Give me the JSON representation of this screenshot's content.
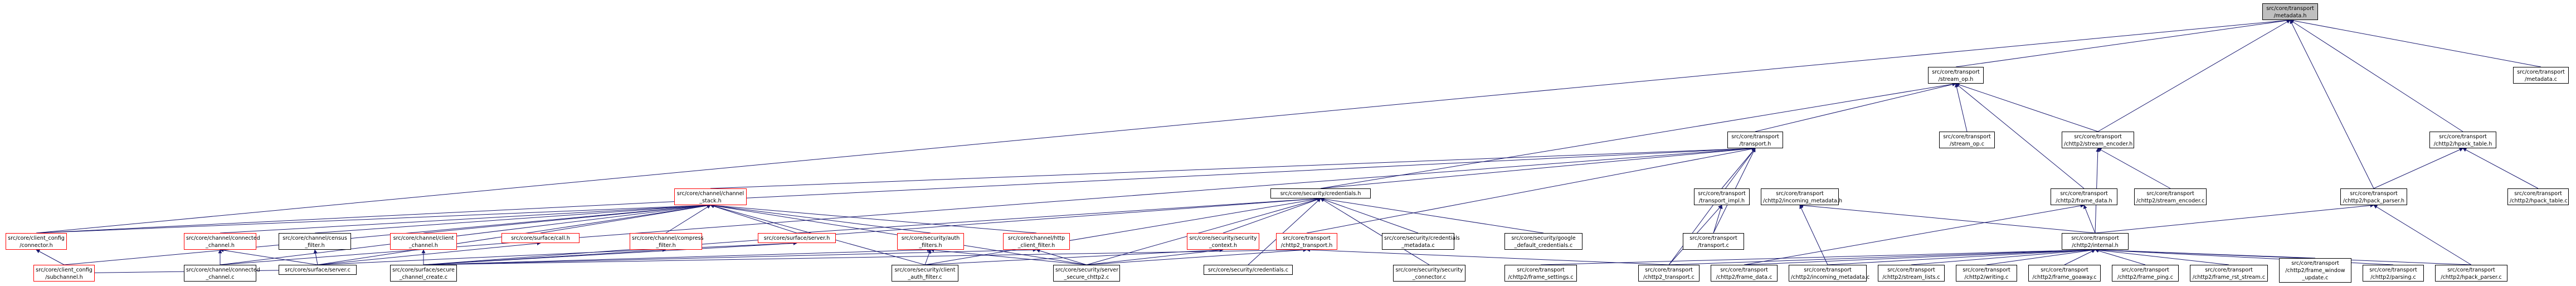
{
  "colors": {
    "edge": "#191970",
    "node_border": "#000000",
    "red_border": "#ff0000",
    "root_fill": "#bfbfbf",
    "background": "#ffffff"
  },
  "nodes": {
    "root": {
      "lines": [
        "src/core/transport",
        "/metadata.h"
      ],
      "root": true
    },
    "stream_op_h": {
      "lines": [
        "src/core/transport",
        "/stream_op.h"
      ]
    },
    "metadata_c": {
      "lines": [
        "src/core/transport",
        "/metadata.c"
      ]
    },
    "transport_h": {
      "lines": [
        "src/core/transport",
        "/transport.h"
      ]
    },
    "stream_op_c": {
      "lines": [
        "src/core/transport",
        "/stream_op.c"
      ]
    },
    "stream_enc_h": {
      "lines": [
        "src/core/transport",
        "/chttp2/stream_encoder.h"
      ]
    },
    "hpack_table_h": {
      "lines": [
        "src/core/transport",
        "/chttp2/hpack_table.h"
      ]
    },
    "channel_stack": {
      "lines": [
        "src/core/channel/channel",
        "_stack.h"
      ],
      "red": true
    },
    "credentials_h": {
      "lines": [
        "src/core/security/credentials.h"
      ]
    },
    "transport_impl": {
      "lines": [
        "src/core/transport",
        "/transport_impl.h"
      ]
    },
    "incoming_md_h": {
      "lines": [
        "src/core/transport",
        "/chttp2/incoming_metadata.h"
      ]
    },
    "frame_data_h": {
      "lines": [
        "src/core/transport",
        "/chttp2/frame_data.h"
      ]
    },
    "stream_enc_c": {
      "lines": [
        "src/core/transport",
        "/chttp2/stream_encoder.c"
      ]
    },
    "hpack_parser_h": {
      "lines": [
        "src/core/transport",
        "/chttp2/hpack_parser.h"
      ]
    },
    "hpack_table_c": {
      "lines": [
        "src/core/transport",
        "/chttp2/hpack_table.c"
      ]
    },
    "client_config_connector": {
      "lines": [
        "src/core/client_config",
        "/connector.h"
      ],
      "red": true
    },
    "connected_channel_h": {
      "lines": [
        "src/core/channel/connected",
        "_channel.h"
      ],
      "red": true
    },
    "census_filter": {
      "lines": [
        "src/core/channel/census",
        "_filter.h"
      ]
    },
    "client_channel": {
      "lines": [
        "src/core/channel/client",
        "_channel.h"
      ],
      "red": true
    },
    "surface_call_h": {
      "lines": [
        "src/core/surface/call.h"
      ],
      "red": true
    },
    "compress_filter": {
      "lines": [
        "src/core/channel/compress",
        "_filter.h"
      ],
      "red": true
    },
    "surface_server_h": {
      "lines": [
        "src/core/surface/server.h"
      ],
      "red": true
    },
    "security_auth_filters": {
      "lines": [
        "src/core/security/auth",
        "_filters.h"
      ],
      "red": true
    },
    "http_client_filter": {
      "lines": [
        "src/core/channel/http",
        "_client_filter.h"
      ],
      "red": true
    },
    "security_context": {
      "lines": [
        "src/core/security/security",
        "_context.h"
      ],
      "red": true
    },
    "chttp2_transport_h": {
      "lines": [
        "src/core/transport",
        "/chttp2_transport.h"
      ],
      "red": true
    },
    "credentials_metadata": {
      "lines": [
        "src/core/security/credentials",
        "_metadata.c"
      ]
    },
    "google_default_creds": {
      "lines": [
        "src/core/security/google",
        "_default_credentials.c"
      ]
    },
    "transport_c": {
      "lines": [
        "src/core/transport",
        "/transport.c"
      ]
    },
    "chttp2_internal": {
      "lines": [
        "src/core/transport",
        "/chttp2/internal.h"
      ]
    },
    "subchannel_h": {
      "lines": [
        "src/core/client_config",
        "/subchannel.h"
      ],
      "red": true
    },
    "connected_channel_c": {
      "lines": [
        "src/core/channel/connected",
        "_channel.c"
      ]
    },
    "surface_server_c": {
      "lines": [
        "src/core/surface/server.c"
      ]
    },
    "secure_channel_create": {
      "lines": [
        "src/core/surface/secure",
        "_channel_create.c"
      ]
    },
    "client_auth_filter": {
      "lines": [
        "src/core/security/client",
        "_auth_filter.c"
      ]
    },
    "security_server_secure_chttp2": {
      "lines": [
        "src/core/security/server",
        "_secure_chttp2.c"
      ]
    },
    "security_credentials_c": {
      "lines": [
        "src/core/security/credentials.c"
      ]
    },
    "security_connector_c": {
      "lines": [
        "src/core/security/security",
        "_connector.c"
      ]
    },
    "frame_settings_c": {
      "lines": [
        "src/core/transport",
        "/chttp2/frame_settings.c"
      ]
    },
    "chttp2_transport_c": {
      "lines": [
        "src/core/transport",
        "/chttp2_transport.c"
      ]
    },
    "frame_data_c": {
      "lines": [
        "src/core/transport",
        "/chttp2/frame_data.c"
      ]
    },
    "incoming_md_c": {
      "lines": [
        "src/core/transport",
        "/chttp2/incoming_metadata.c"
      ]
    },
    "stream_lists_c": {
      "lines": [
        "src/core/transport",
        "/chttp2/stream_lists.c"
      ]
    },
    "writing_c": {
      "lines": [
        "src/core/transport",
        "/chttp2/writing.c"
      ]
    },
    "frame_goaway_c": {
      "lines": [
        "src/core/transport",
        "/chttp2/frame_goaway.c"
      ]
    },
    "frame_ping_c": {
      "lines": [
        "src/core/transport",
        "/chttp2/frame_ping.c"
      ]
    },
    "frame_rst_stream_c": {
      "lines": [
        "src/core/transport",
        "/chttp2/frame_rst_stream.c"
      ]
    },
    "frame_window_update_c": {
      "lines": [
        "src/core/transport",
        "/chttp2/frame_window",
        "_update.c"
      ]
    },
    "parsing_c": {
      "lines": [
        "src/core/transport",
        "/chttp2/parsing.c"
      ]
    },
    "hpack_parser_c": {
      "lines": [
        "src/core/transport",
        "/chttp2/hpack_parser.c"
      ]
    }
  }
}
